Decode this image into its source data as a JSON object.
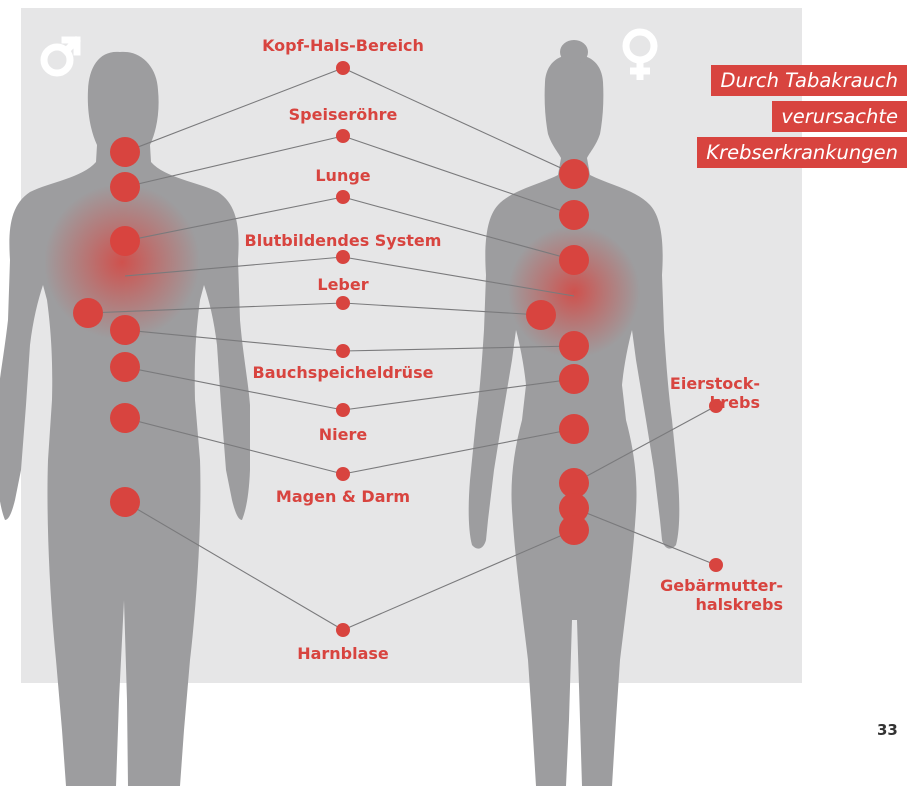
{
  "colors": {
    "panel": "#e6e6e7",
    "silhouette": "#9d9d9f",
    "accent": "#d8443f",
    "line": "#7a7a7c",
    "symbol": "#ffffff"
  },
  "icons": {
    "male": "male-symbol-icon",
    "female": "female-symbol-icon"
  },
  "title_lines": [
    "Durch Tabakrauch",
    "verursachte",
    "Krebserkrankungen"
  ],
  "labels": {
    "kopf_hals": "Kopf-Hals-Bereich",
    "speiseroehre": "Speiseröhre",
    "lunge": "Lunge",
    "blut": "Blutbildendes System",
    "leber": "Leber",
    "bauchspeichel": "Bauchspeicheldrüse",
    "niere": "Niere",
    "magen": "Magen & Darm",
    "harnblase": "Harnblase",
    "eierstock": [
      "Eierstock-",
      "krebs"
    ],
    "gebaermutter": [
      "Gebärmutter-",
      "halskrebs"
    ]
  },
  "page_number": "33"
}
